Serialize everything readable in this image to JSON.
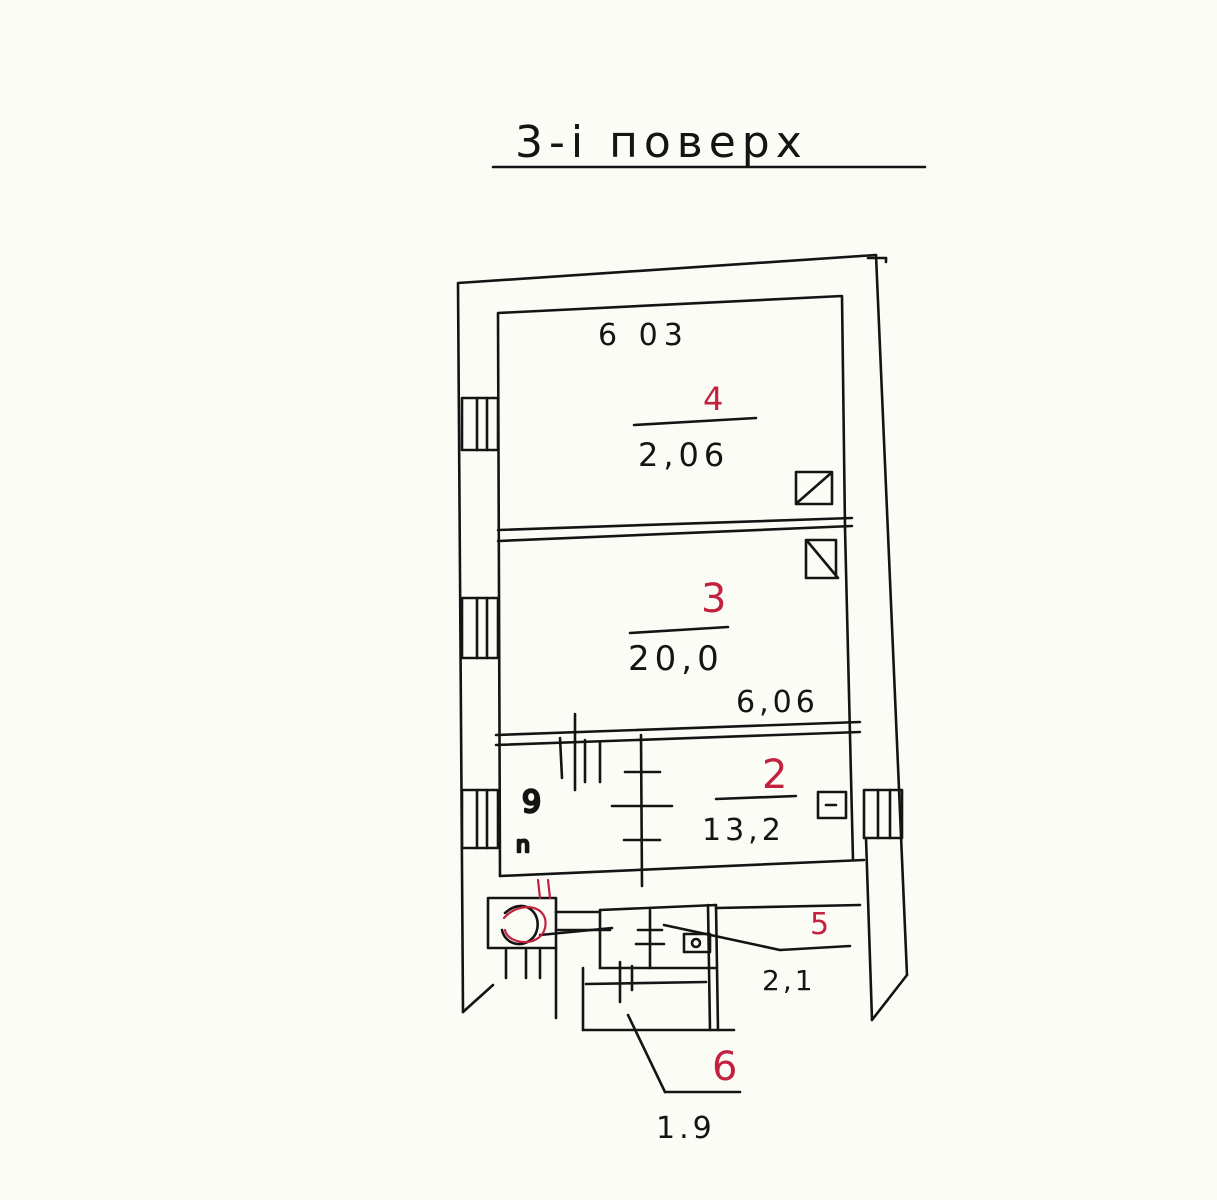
{
  "title": "3-і поверх",
  "dims": {
    "top": "6 03",
    "middle": "6,06"
  },
  "rooms": [
    {
      "number": "4",
      "area": "2,06"
    },
    {
      "number": "3",
      "area": "20,0"
    },
    {
      "number": "2",
      "area": "13,2"
    },
    {
      "number": "5",
      "area": "2,1"
    },
    {
      "number": "6",
      "area": "1.9"
    }
  ],
  "colors": {
    "ink": "#141414",
    "room_number": "#c2213f",
    "paper": "#fcfcf7"
  }
}
